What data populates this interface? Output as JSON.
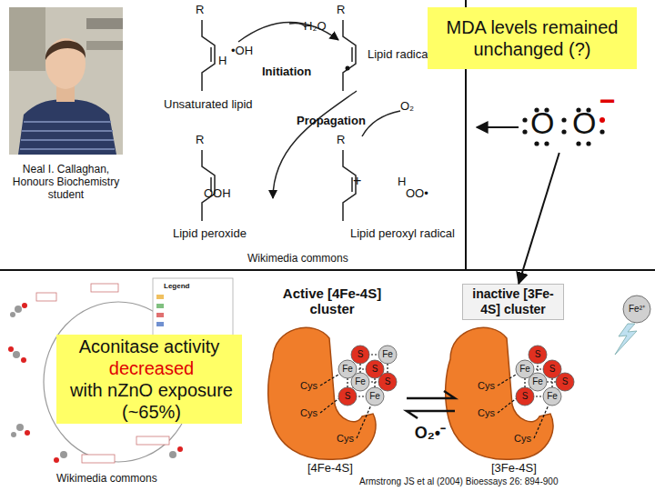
{
  "diagram": {
    "nodes": [
      {
        "text": [
          "MDA levels remained unchanged (?)"
        ]
      },
      {
        "text": [
          "O",
          "O",
          "−"
        ]
      },
      {
        "text": [
          "inactive [3Fe-4S] cluster"
        ]
      },
      {
        "text": [
          "Aconitase activity",
          "decreased",
          "with nZnO exposure (~65%)"
        ]
      }
    ],
    "edges": [
      {
        "from": 1,
        "to": 2,
        "arrow": "to"
      }
    ],
    "labels": [
      "Neal I. Callaghan, Honours Biochemistry student",
      "R",
      "R",
      "H₂O",
      "•OH",
      "Lipid radical",
      "Initiation",
      "H",
      "Unsaturated lipid",
      "Propagation",
      "O₂",
      "R",
      "OOH",
      "+",
      "R",
      "H",
      "OO•",
      "Lipid peroxide",
      "Lipid peroxyl radical",
      "Wikimedia commons",
      "Legend",
      "Wikimedia commons",
      "Active [4Fe-4S] cluster",
      "Cys",
      "Cys",
      "Cys",
      "Fe",
      "S",
      "S",
      "Fe",
      "S",
      "Fe",
      "Fe",
      "S",
      "O₂•⁻",
      "[4Fe-4S]",
      "[3Fe-4S]",
      "Cys",
      "Cys",
      "Cys",
      "Fe",
      "S",
      "S",
      "Fe",
      "S",
      "Fe",
      "S",
      "Fe²⁺",
      "Armstrong JS et al (2004) Bioessays 26: 894-900"
    ]
  }
}
